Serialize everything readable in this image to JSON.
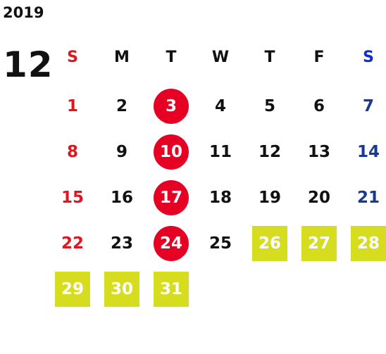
{
  "calendar": {
    "year": "2019",
    "month": "12",
    "weekdays": [
      "S",
      "M",
      "T",
      "W",
      "T",
      "F",
      "S"
    ],
    "weeks": [
      [
        "1",
        "2",
        "3",
        "4",
        "5",
        "6",
        "7"
      ],
      [
        "8",
        "9",
        "10",
        "11",
        "12",
        "13",
        "14"
      ],
      [
        "15",
        "16",
        "17",
        "18",
        "19",
        "20",
        "21"
      ],
      [
        "22",
        "23",
        "24",
        "25",
        "26",
        "27",
        "28"
      ],
      [
        "29",
        "30",
        "31"
      ]
    ],
    "red_circle_days": [
      "3",
      "10",
      "17",
      "24"
    ],
    "highlighted_days": [
      "26",
      "27",
      "28",
      "29",
      "30",
      "31"
    ],
    "colors": {
      "sunday": "#e0161f",
      "saturday": "#1a3a8f",
      "circle": "#e60023",
      "highlight": "#d6dd1f"
    }
  }
}
